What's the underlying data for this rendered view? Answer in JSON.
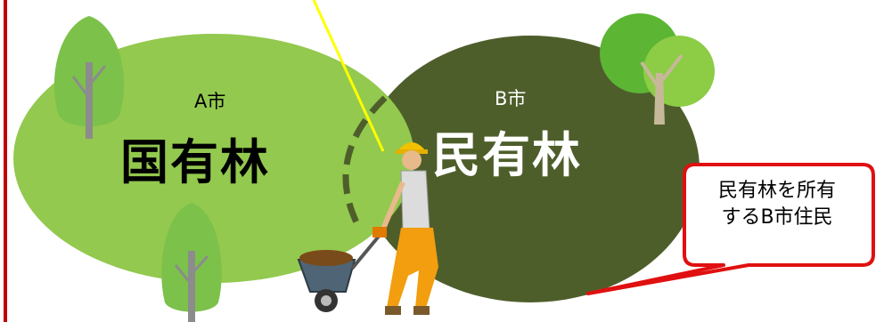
{
  "a_city": {
    "city_label": "A市",
    "forest_label": "国有林"
  },
  "b_city": {
    "city_label": "B市",
    "forest_label": "民有林"
  },
  "callout": {
    "line1": "民有林を所有",
    "line2": "するB市住民"
  },
  "colors": {
    "frame_border": "#c00000",
    "a_forest_fill": "#93c94e",
    "b_forest_fill": "#4e5e2b",
    "overlap_dash": "#4e5e2b",
    "pointer_line": "#ffff00",
    "callout_border": "#e01010",
    "tree_light": "#7cc14a",
    "tree_trunk": "#8c8c8c"
  },
  "icons": [
    "tree-icon",
    "worker-with-wheelbarrow-icon"
  ]
}
